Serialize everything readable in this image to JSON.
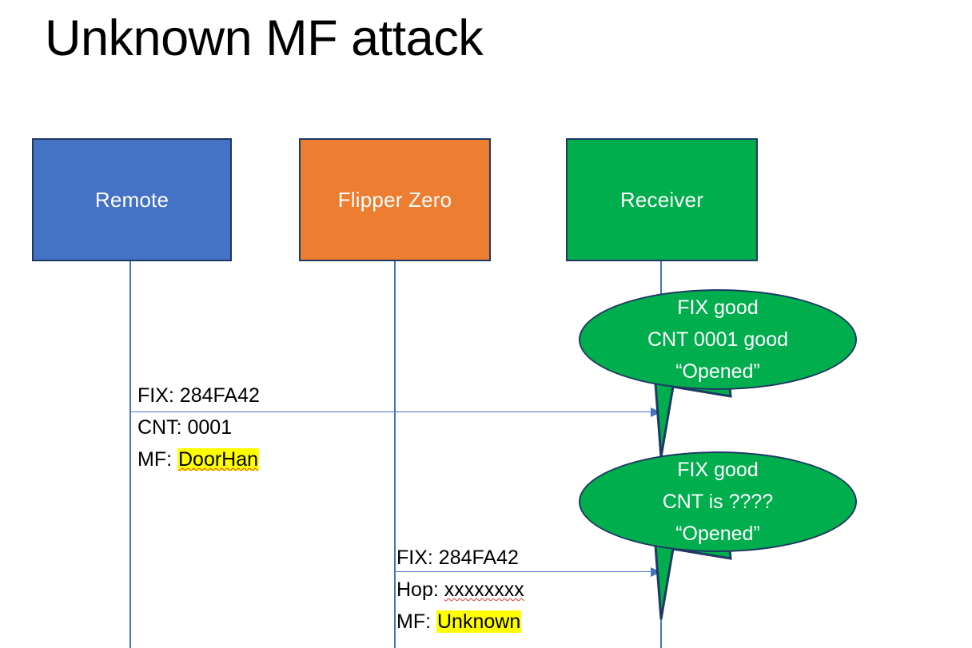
{
  "slide": {
    "title": "Unknown MF attack",
    "background_color": "#ffffff"
  },
  "colors": {
    "remote_blue": "#4472c4",
    "flipper_orange": "#ed7d31",
    "receiver_green": "#00ae4d",
    "box_border": "#1f3864",
    "lifeline": "#4472c4",
    "arrow": "#4472c4",
    "highlight": "#ffff00",
    "spellcheck_underline": "#e03a2f",
    "text": "#000000",
    "box_text": "#ffffff"
  },
  "actors": [
    {
      "id": "remote",
      "label": "Remote"
    },
    {
      "id": "flipper",
      "label": "Flipper Zero"
    },
    {
      "id": "receiver",
      "label": "Receiver"
    }
  ],
  "messages": [
    {
      "id": "msg-1",
      "from": "remote",
      "to": "receiver",
      "lines": [
        {
          "label": "FIX: ",
          "value": "284FA42",
          "highlight": false,
          "spellcheck": false
        },
        {
          "label": "CNT: ",
          "value": "0001",
          "highlight": false,
          "spellcheck": false
        },
        {
          "label": "MF: ",
          "value": "DoorHan",
          "highlight": true,
          "spellcheck": true
        }
      ]
    },
    {
      "id": "msg-2",
      "from": "flipper",
      "to": "receiver",
      "lines": [
        {
          "label": "FIX: ",
          "value": "284FA42",
          "highlight": false,
          "spellcheck": false
        },
        {
          "label": "Hop: ",
          "value": "xxxxxxxx",
          "highlight": false,
          "spellcheck": true
        },
        {
          "label": "MF: ",
          "value": "Unknown",
          "highlight": true,
          "spellcheck": false
        }
      ]
    }
  ],
  "callouts": [
    {
      "id": "callout-1",
      "lines": [
        "FIX good",
        "CNT 0001 good",
        "“Opened”"
      ]
    },
    {
      "id": "callout-2",
      "lines": [
        "FIX good",
        "CNT is ????",
        "“Opened”"
      ]
    }
  ]
}
